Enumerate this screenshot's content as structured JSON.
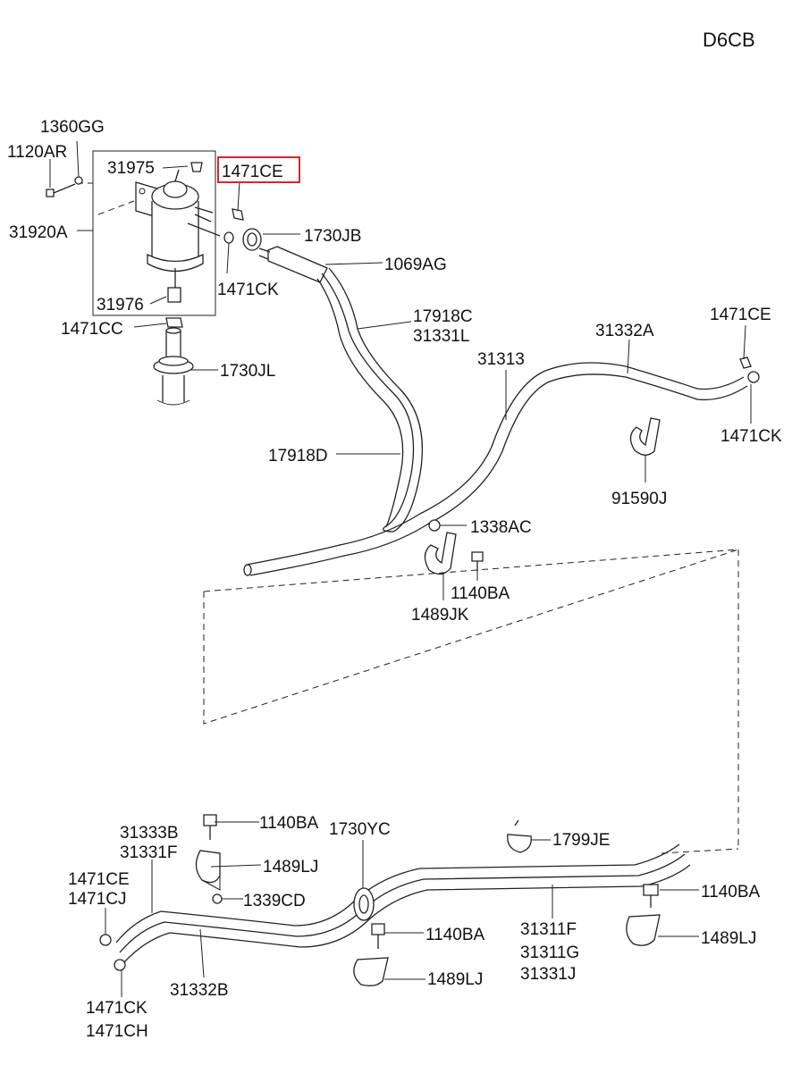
{
  "diagram_code": "D6CB",
  "highlighted_part": "1471CE",
  "callouts": {
    "c1360GG": "1360GG",
    "c1120AR": "1120AR",
    "c31975": "31975",
    "c1471CE_top": "1471CE",
    "c31920A": "31920A",
    "c1730JB": "1730JB",
    "c1069AG": "1069AG",
    "c1471CK_top": "1471CK",
    "c31976": "31976",
    "c1471CC": "1471CC",
    "c17918C": "17918C",
    "c31331L": "31331L",
    "c1730JL": "1730JL",
    "c31313": "31313",
    "c31332A": "31332A",
    "c1471CE_right": "1471CE",
    "c1471CK_right": "1471CK",
    "c17918D": "17918D",
    "c91590J": "91590J",
    "c1338AC": "1338AC",
    "c1140BA_mid": "1140BA",
    "c1489JK": "1489JK",
    "c31333B": "31333B",
    "c31331F": "31331F",
    "c1140BA_bl": "1140BA",
    "c1730YC": "1730YC",
    "c1799JE": "1799JE",
    "c1489LJ_bl": "1489LJ",
    "c1471CE_bl": "1471CE",
    "c1471CJ": "1471CJ",
    "c1339CD": "1339CD",
    "c1140BA_br": "1140BA",
    "c31311F": "31311F",
    "c31311G": "31311G",
    "c31331J": "31331J",
    "c1140BA_bc": "1140BA",
    "c1489LJ_br": "1489LJ",
    "c1489LJ_bc": "1489LJ",
    "c31332B": "31332B",
    "c1471CK_bl": "1471CK",
    "c1471CH": "1471CH"
  }
}
